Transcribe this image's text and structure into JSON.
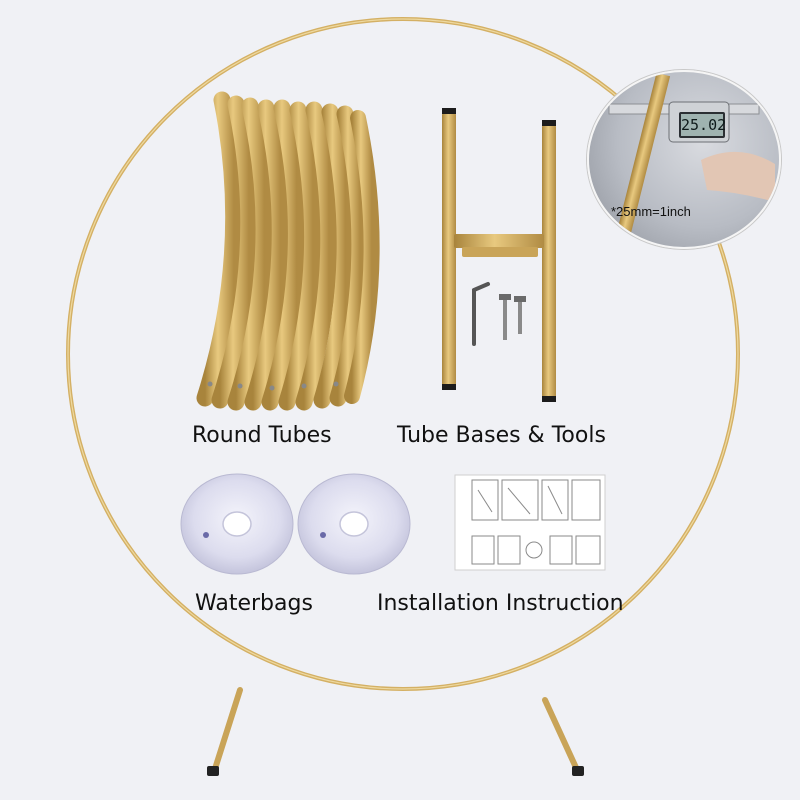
{
  "labels": {
    "round_tubes": "Round Tubes",
    "tube_bases_tools": "Tube Bases &  Tools",
    "waterbags": "Waterbags",
    "installation_instruction": "Installation Instruction"
  },
  "inset": {
    "measurement_note": "*25mm=1inch",
    "caliper_reading": "25.02"
  },
  "colors": {
    "background": "#f0f1f5",
    "gold": "#d8b567",
    "gold_dark": "#b8924a",
    "waterbag": "#dcdcef"
  }
}
